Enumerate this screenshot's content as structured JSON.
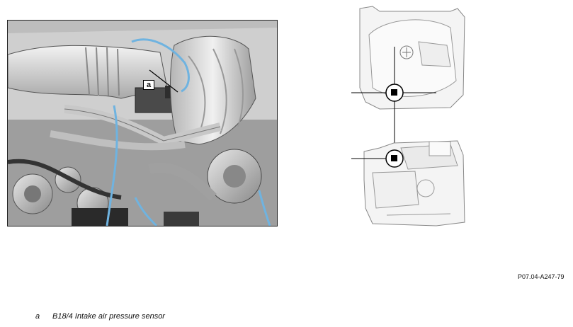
{
  "callout": {
    "letter": "a"
  },
  "figure_code": "P07.04-A247-79",
  "legend": {
    "key": "a",
    "text": "B18/4 Intake air pressure sensor"
  },
  "colors": {
    "wiring": "#6fb3e0",
    "photo_bg": "#d9d9d9",
    "locator_marker": "#000000"
  }
}
